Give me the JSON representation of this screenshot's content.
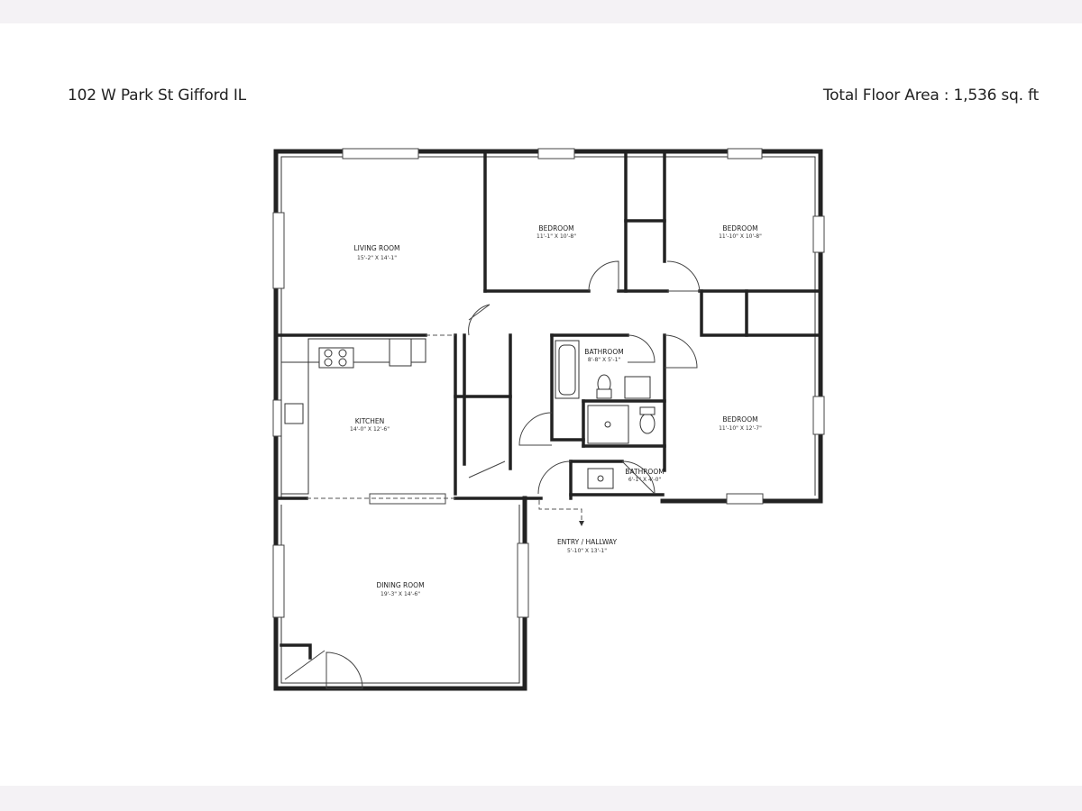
{
  "header": {
    "address": "102 W Park St Gifford IL",
    "total_area": "Total Floor Area : 1,536 sq. ft"
  },
  "rooms": {
    "living": {
      "name": "LIVING ROOM",
      "dims": "15'-2\" X 14'-1\""
    },
    "bedroom1": {
      "name": "BEDROOM",
      "dims": "11'-1\" X 10'-8\""
    },
    "bedroom2": {
      "name": "BEDROOM",
      "dims": "11'-10\" X 10'-8\""
    },
    "bedroom3": {
      "name": "BEDROOM",
      "dims": "11'-10\" X 12'-7\""
    },
    "bath1": {
      "name": "BATHROOM",
      "dims": "8'-8\" X 5'-1\""
    },
    "bath2": {
      "name": "BATHROOM",
      "dims": "6'-1\" X 4'-0\""
    },
    "kitchen": {
      "name": "KITCHEN",
      "dims": "14'-0\" X 12'-6\""
    },
    "entry": {
      "name": "ENTRY / HALLWAY",
      "dims": "5'-10\" X 13'-1\""
    },
    "dining": {
      "name": "DINING ROOM",
      "dims": "19'-3\" X 14'-6\""
    }
  }
}
